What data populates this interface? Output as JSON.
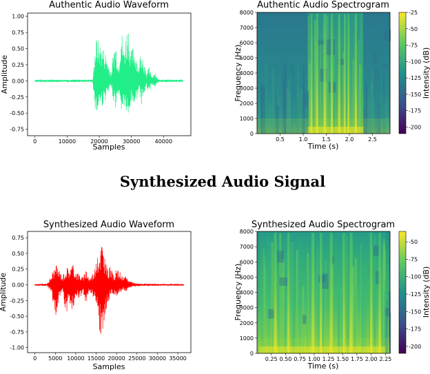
{
  "heading": "Synthesized Audio Signal",
  "colors": {
    "authentic_waveform": "#22ee88",
    "synthesized_waveform": "#ff0000",
    "colormap": "viridis"
  },
  "chart_data": [
    {
      "type": "line",
      "title": "Authentic Audio Waveform",
      "xlabel": "Samples",
      "ylabel": "Amplitude",
      "xlim": [
        -2300,
        48500
      ],
      "ylim": [
        -0.85,
        1.05
      ],
      "x_ticks": [
        0,
        10000,
        20000,
        30000,
        40000
      ],
      "y_ticks": [
        -0.75,
        -0.5,
        -0.25,
        0.0,
        0.25,
        0.5,
        0.75,
        1.0
      ],
      "x_tick_labels": [
        "0",
        "10000",
        "20000",
        "30000",
        "40000"
      ],
      "y_tick_labels": [
        "-0.75",
        "-0.50",
        "-0.25",
        "0.00",
        "0.25",
        "0.50",
        "0.75",
        "1.00"
      ],
      "series": [
        {
          "color": "#22ee88",
          "x_range": [
            0,
            46000
          ],
          "envelope": [
            [
              0,
              0.02,
              -0.02
            ],
            [
              18000,
              0.02,
              -0.02
            ],
            [
              18500,
              0.45,
              -0.35
            ],
            [
              19200,
              0.7,
              -0.6
            ],
            [
              20000,
              0.6,
              -0.35
            ],
            [
              21000,
              0.55,
              -0.4
            ],
            [
              22000,
              0.45,
              -0.3
            ],
            [
              23000,
              0.25,
              -0.18
            ],
            [
              23800,
              0.12,
              -0.1
            ],
            [
              24500,
              0.55,
              -0.35
            ],
            [
              25200,
              0.6,
              -0.45
            ],
            [
              26000,
              0.22,
              -0.2
            ],
            [
              26800,
              0.9,
              -0.5
            ],
            [
              27600,
              0.5,
              -0.4
            ],
            [
              28200,
              0.7,
              -0.45
            ],
            [
              29000,
              0.95,
              -0.78
            ],
            [
              29800,
              0.45,
              -0.35
            ],
            [
              30600,
              0.55,
              -0.38
            ],
            [
              31500,
              0.45,
              -0.35
            ],
            [
              32300,
              0.18,
              -0.12
            ],
            [
              33000,
              0.6,
              -0.38
            ],
            [
              33800,
              0.35,
              -0.28
            ],
            [
              34600,
              0.1,
              -0.08
            ],
            [
              35500,
              0.25,
              -0.2
            ],
            [
              36300,
              0.06,
              -0.06
            ],
            [
              37500,
              0.12,
              -0.1
            ],
            [
              38200,
              0.04,
              -0.04
            ],
            [
              39000,
              0.02,
              -0.02
            ],
            [
              46000,
              0.02,
              -0.02
            ]
          ]
        }
      ]
    },
    {
      "type": "heatmap",
      "title": "Authentic Audio Spectrogram",
      "xlabel": "Time (s)",
      "ylabel": "Frequency (Hz)",
      "xlim": [
        0,
        2.88
      ],
      "ylim": [
        0,
        8000
      ],
      "x_ticks": [
        0.5,
        1.0,
        1.5,
        2.0,
        2.5
      ],
      "y_ticks": [
        0,
        1000,
        2000,
        3000,
        4000,
        5000,
        6000,
        7000,
        8000
      ],
      "x_tick_labels": [
        "0.5",
        "1.0",
        "1.5",
        "2.0",
        "2.5"
      ],
      "y_tick_labels": [
        "0",
        "1000",
        "2000",
        "3000",
        "4000",
        "5000",
        "6000",
        "7000",
        "8000"
      ],
      "colorbar": {
        "label": "Intensity (dB)",
        "range": [
          -210,
          -25
        ],
        "ticks": [
          -25,
          -50,
          -75,
          -100,
          -125,
          -150,
          -175,
          -200
        ],
        "tick_labels": [
          "-25",
          "-50",
          "-75",
          "-100",
          "-125",
          "-150",
          "-175",
          "-200"
        ]
      },
      "active_region": [
        1.1,
        2.3
      ],
      "bright_columns": [
        [
          1.18,
          0.04
        ],
        [
          1.3,
          0.05
        ],
        [
          1.47,
          0.06
        ],
        [
          1.62,
          0.05
        ],
        [
          1.78,
          0.05
        ],
        [
          1.9,
          0.04
        ],
        [
          1.98,
          0.04
        ],
        [
          2.14,
          0.05
        ]
      ]
    },
    {
      "type": "line",
      "title": "Synthesized Audio Waveform",
      "xlabel": "Samples",
      "ylabel": "Amplitude",
      "xlim": [
        -1800,
        38200
      ],
      "ylim": [
        -1.08,
        0.85
      ],
      "x_ticks": [
        0,
        5000,
        10000,
        15000,
        20000,
        25000,
        30000,
        35000
      ],
      "y_ticks": [
        -1.0,
        -0.75,
        -0.5,
        -0.25,
        0.0,
        0.25,
        0.5,
        0.75
      ],
      "x_tick_labels": [
        "0",
        "5000",
        "10000",
        "15000",
        "20000",
        "25000",
        "30000",
        "35000"
      ],
      "y_tick_labels": [
        "-1.00",
        "-0.75",
        "-0.50",
        "-0.25",
        "0.00",
        "0.25",
        "0.50",
        "0.75"
      ],
      "series": [
        {
          "color": "#ff0000",
          "x_range": [
            0,
            36500
          ],
          "envelope": [
            [
              0,
              0.01,
              -0.01
            ],
            [
              3000,
              0.02,
              -0.02
            ],
            [
              3800,
              0.12,
              -0.1
            ],
            [
              4500,
              0.25,
              -0.3
            ],
            [
              5200,
              0.32,
              -0.5
            ],
            [
              6000,
              0.25,
              -0.2
            ],
            [
              6800,
              0.15,
              -0.12
            ],
            [
              7600,
              0.3,
              -0.5
            ],
            [
              8300,
              0.28,
              -0.3
            ],
            [
              9200,
              0.35,
              -0.45
            ],
            [
              10200,
              0.22,
              -0.2
            ],
            [
              11000,
              0.18,
              -0.25
            ],
            [
              11800,
              0.12,
              -0.12
            ],
            [
              12600,
              0.28,
              -0.35
            ],
            [
              13300,
              0.1,
              -0.1
            ],
            [
              14200,
              0.2,
              -0.18
            ],
            [
              15000,
              0.35,
              -0.3
            ],
            [
              15800,
              0.55,
              -0.7
            ],
            [
              16400,
              0.75,
              -1.0
            ],
            [
              17000,
              0.45,
              -0.55
            ],
            [
              17800,
              0.25,
              -0.3
            ],
            [
              18500,
              0.3,
              -0.2
            ],
            [
              19200,
              0.15,
              -0.15
            ],
            [
              20000,
              0.25,
              -0.2
            ],
            [
              20800,
              0.22,
              -0.15
            ],
            [
              21600,
              0.12,
              -0.1
            ],
            [
              22300,
              0.14,
              -0.12
            ],
            [
              23000,
              0.08,
              -0.06
            ],
            [
              24000,
              0.04,
              -0.03
            ],
            [
              25000,
              0.02,
              -0.02
            ],
            [
              36500,
              0.01,
              -0.01
            ]
          ]
        }
      ]
    },
    {
      "type": "heatmap",
      "title": "Synthesized Audio Spectrogram",
      "xlabel": "Time (s)",
      "ylabel": "Frequency (Hz)",
      "xlim": [
        0,
        2.33
      ],
      "ylim": [
        0,
        8000
      ],
      "x_ticks": [
        0.25,
        0.5,
        0.75,
        1.0,
        1.25,
        1.5,
        1.75,
        2.0,
        2.25
      ],
      "y_ticks": [
        0,
        1000,
        2000,
        3000,
        4000,
        5000,
        6000,
        7000,
        8000
      ],
      "x_tick_labels": [
        "0.25",
        "0.50",
        "0.75",
        "1.00",
        "1.25",
        "1.50",
        "1.75",
        "2.00",
        "2.25"
      ],
      "y_tick_labels": [
        "0",
        "1000",
        "2000",
        "3000",
        "4000",
        "5000",
        "6000",
        "7000",
        "8000"
      ],
      "colorbar": {
        "label": "Intensity (dB)",
        "range": [
          -210,
          -35
        ],
        "ticks": [
          -50,
          -75,
          -100,
          -125,
          -150,
          -175,
          -200
        ],
        "tick_labels": [
          "-50",
          "-75",
          "-100",
          "-125",
          "-150",
          "-175",
          "-200"
        ]
      },
      "active_region": [
        0.05,
        2.25
      ],
      "bright_columns": [
        [
          0.32,
          0.05
        ],
        [
          0.55,
          0.04
        ],
        [
          0.98,
          0.05
        ],
        [
          1.12,
          0.04
        ],
        [
          1.3,
          0.05
        ],
        [
          1.52,
          0.04
        ],
        [
          1.65,
          0.05
        ],
        [
          2.0,
          0.04
        ],
        [
          2.15,
          0.04
        ]
      ]
    }
  ]
}
